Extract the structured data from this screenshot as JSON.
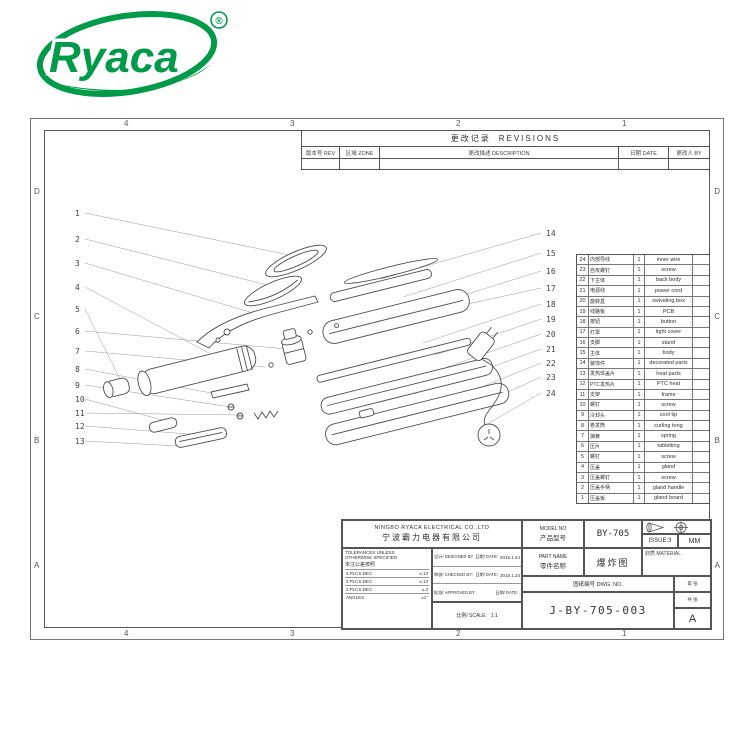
{
  "logo": {
    "brand": "Ryaca",
    "registered": "®",
    "color": "#009b48"
  },
  "frame": {
    "zone_cols": [
      "4",
      "3",
      "2",
      "1"
    ],
    "zone_rows": [
      "D",
      "C",
      "B",
      "A"
    ]
  },
  "revisions": {
    "title_cn": "更改记录",
    "title_en": "REVISIONS",
    "columns": [
      {
        "cn": "版本号",
        "en": "REV"
      },
      {
        "cn": "区域",
        "en": "ZONE"
      },
      {
        "cn": "更改描述",
        "en": "DESCRIPTION"
      },
      {
        "cn": "日期",
        "en": "DATE"
      },
      {
        "cn": "更改人",
        "en": "BY"
      }
    ]
  },
  "diagram": {
    "left_labels": [
      "1",
      "2",
      "3",
      "4",
      "5",
      "6",
      "7",
      "8",
      "9",
      "10",
      "11",
      "12",
      "13"
    ],
    "right_labels": [
      "14",
      "15",
      "16",
      "17",
      "18",
      "19",
      "20",
      "21",
      "22",
      "23",
      "24"
    ]
  },
  "parts_table": {
    "rows": [
      {
        "no": "24",
        "cn": "内部导线",
        "qty": "1",
        "en": "inner wire",
        "mat": ""
      },
      {
        "no": "23",
        "cn": "自攻螺钉",
        "qty": "1",
        "en": "screw",
        "mat": ""
      },
      {
        "no": "22",
        "cn": "下主体",
        "qty": "1",
        "en": "back body",
        "mat": ""
      },
      {
        "no": "21",
        "cn": "电源线",
        "qty": "1",
        "en": "power cord",
        "mat": ""
      },
      {
        "no": "20",
        "cn": "旋转盒",
        "qty": "1",
        "en": "swiveling box",
        "mat": ""
      },
      {
        "no": "19",
        "cn": "线路板",
        "qty": "1",
        "en": "PCB",
        "mat": ""
      },
      {
        "no": "18",
        "cn": "按钮",
        "qty": "1",
        "en": "button",
        "mat": ""
      },
      {
        "no": "17",
        "cn": "灯罩",
        "qty": "1",
        "en": "light cover",
        "mat": ""
      },
      {
        "no": "16",
        "cn": "支脚",
        "qty": "1",
        "en": "stand",
        "mat": ""
      },
      {
        "no": "15",
        "cn": "主体",
        "qty": "1",
        "en": "body",
        "mat": ""
      },
      {
        "no": "14",
        "cn": "装饰件",
        "qty": "1",
        "en": "decorated parts",
        "mat": ""
      },
      {
        "no": "13",
        "cn": "发热体盖片",
        "qty": "1",
        "en": "heat parts",
        "mat": ""
      },
      {
        "no": "12",
        "cn": "PTC发热片",
        "qty": "1",
        "en": "PTC heat",
        "mat": ""
      },
      {
        "no": "11",
        "cn": "支架",
        "qty": "1",
        "en": "frame",
        "mat": ""
      },
      {
        "no": "10",
        "cn": "螺钉",
        "qty": "1",
        "en": "screw",
        "mat": ""
      },
      {
        "no": "9",
        "cn": "冷却头",
        "qty": "1",
        "en": "cool tip",
        "mat": ""
      },
      {
        "no": "8",
        "cn": "卷发筒",
        "qty": "1",
        "en": "curling tong",
        "mat": ""
      },
      {
        "no": "7",
        "cn": "弹簧",
        "qty": "1",
        "en": "spring",
        "mat": ""
      },
      {
        "no": "6",
        "cn": "压片",
        "qty": "1",
        "en": "tabletting",
        "mat": ""
      },
      {
        "no": "5",
        "cn": "螺钉",
        "qty": "1",
        "en": "screw",
        "mat": ""
      },
      {
        "no": "4",
        "cn": "压盖",
        "qty": "1",
        "en": "gland",
        "mat": ""
      },
      {
        "no": "3",
        "cn": "压盖螺钉",
        "qty": "1",
        "en": "screw",
        "mat": ""
      },
      {
        "no": "2",
        "cn": "压盖手柄",
        "qty": "1",
        "en": "gland handle",
        "mat": ""
      },
      {
        "no": "1",
        "cn": "压盖板",
        "qty": "1",
        "en": "gland board",
        "mat": ""
      }
    ]
  },
  "title_block": {
    "company_en": "NINGBO RYACA ELECTRICAL CO.,LTD",
    "company_cn": "宁波霸力电器有限公司",
    "model_label_en": "MODEL NO",
    "model_label_cn": "产品型号",
    "model_value": "BY-705",
    "issue": "ISSUE:3",
    "unit": "MM",
    "part_label_en": "PART NAME",
    "part_label_cn": "零件名称",
    "part_value": "爆炸图",
    "material_label": "材质 MATERIAL",
    "dwg_label": "图纸编号 DWG. NO.",
    "dwg_value": "J-BY-705-003",
    "sheet_first": "第 张",
    "sheet_total": "共 张",
    "size": "A",
    "tolerance_title1": "TOLERANCES UNLESS",
    "tolerance_title2": "OTHERWISE SPECIFIED",
    "tolerance_cn": "未注公差按照",
    "tolerance_rows": [
      [
        "4 PLCS DEC",
        "±.13"
      ],
      [
        "3 PLCS DEC",
        "±.13"
      ],
      [
        "2 PLCS DEC",
        "±.3"
      ],
      [
        "ANGLES",
        "±1°"
      ]
    ],
    "scale_label": "比例/ SCALE:",
    "scale_value": "1:1",
    "sign_rows": [
      {
        "role": "设计/ DESIGNED BY:",
        "date_label": "日期/ DATE:",
        "date": "2015.1.24"
      },
      {
        "role": "审核/ CHECKED BY:",
        "date_label": "日期/ DATE:",
        "date": "2015.1.24"
      },
      {
        "role": "批准/ APPROVED BY:",
        "date_label": "日期/ DATE:",
        "date": ""
      }
    ]
  }
}
